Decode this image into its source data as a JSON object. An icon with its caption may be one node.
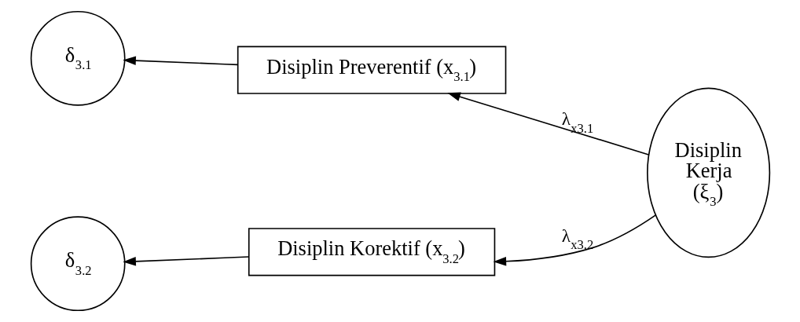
{
  "diagram": {
    "nodes": [
      {
        "text": [
          "δ$_{3.1}$"
        ]
      },
      {
        "text": [
          "Disiplin Preverentif (x$_{3.1}$)"
        ]
      },
      {
        "text": [
          "δ$_{3.2}$"
        ]
      },
      {
        "text": [
          "Disiplin Korektif (x$_{3.2}$)"
        ]
      },
      {
        "text": [
          "Disiplin Kerja (ξ$_{3}$)"
        ]
      }
    ],
    "edges": [
      {
        "from": 1,
        "to": 0,
        "arrow": "to"
      },
      {
        "from": 4,
        "to": 1,
        "arrow": "to",
        "label": "λ$_{x3.1}$"
      },
      {
        "from": 4,
        "to": 3,
        "arrow": "to",
        "label": "λ$_{x3.2}$"
      },
      {
        "from": 3,
        "to": 2,
        "arrow": "to"
      }
    ]
  }
}
